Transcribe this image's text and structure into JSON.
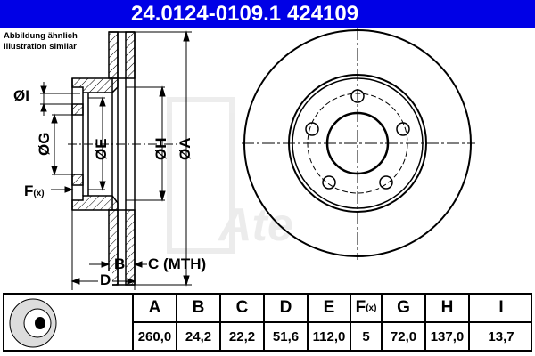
{
  "header": {
    "part_number": "24.0124-0109.1",
    "reference": "424109",
    "background": "#0000e6"
  },
  "note": {
    "line1": "Abbildung ähnlich",
    "line2": "Illustration similar"
  },
  "drawing": {
    "labels": {
      "I": "ØI",
      "G": "ØG",
      "E": "ØE",
      "H": "ØH",
      "A": "ØA",
      "F": "F",
      "F_sub": "(x)",
      "B": "B",
      "C": "C (MTH)",
      "D": "D"
    },
    "watermark": "Ate"
  },
  "table": {
    "headers": [
      "A",
      "B",
      "C",
      "D",
      "E",
      "F",
      "G",
      "H",
      "I"
    ],
    "f_suffix": "(x)",
    "values": [
      "260,0",
      "24,2",
      "22,2",
      "51,6",
      "112,0",
      "5",
      "72,0",
      "137,0",
      "13,7"
    ]
  }
}
